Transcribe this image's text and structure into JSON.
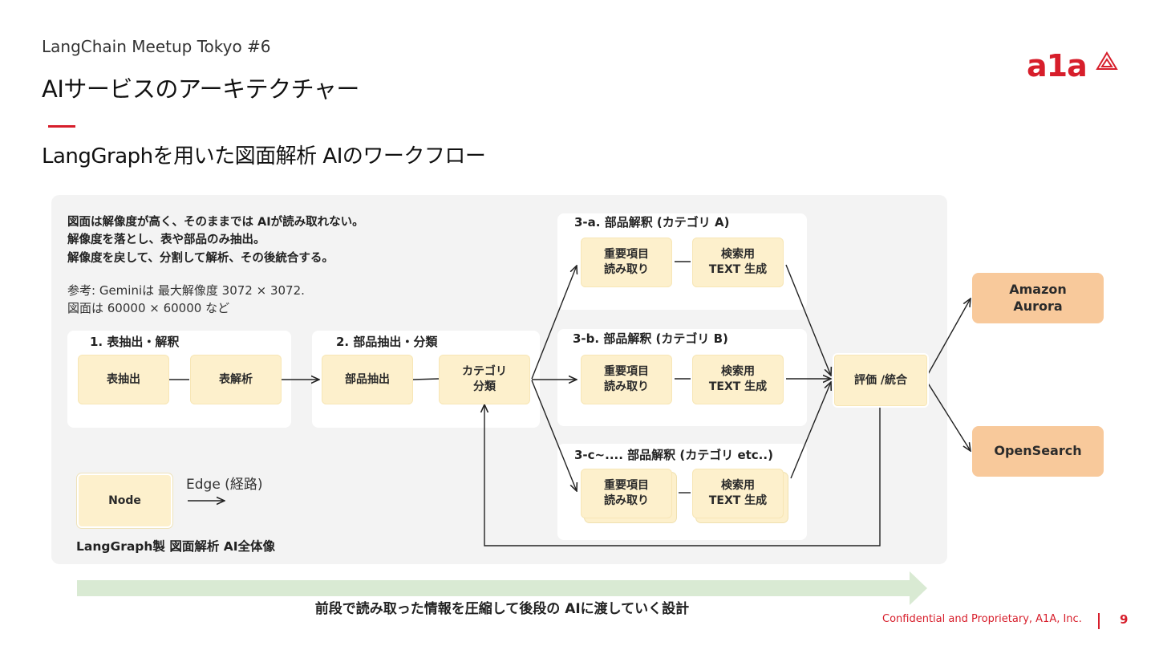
{
  "header": {
    "event": "LangChain Meetup Tokyo #6",
    "title": "AIサービスのアーキテクチャー",
    "subtitle": "LangGraphを用いた図面解析 AIのワークフロー",
    "logo_text": "a1a",
    "accent_color": "#d71e2b"
  },
  "notes": {
    "line1": "図面は解像度が高く、そのままでは AIが読み取れない。",
    "line2": "解像度を落とし、表や部品のみ抽出。",
    "line3": "解像度を戻して、分割して解析、その後統合する。",
    "ref1": "参考: Geminiは 最大解像度 3072 × 3072.",
    "ref2": "図面は 60000 × 60000 など"
  },
  "sections": {
    "s1": "1. 表抽出・解釈",
    "s2": "2. 部品抽出・分類",
    "s3a": "3-a. 部品解釈 (カテゴリ A)",
    "s3b": "3-b. 部品解釈 (カテゴリ B)",
    "s3c": "3-c~.... 部品解釈 (カテゴリ etc..)"
  },
  "nodes": {
    "table_extract": "表抽出",
    "table_analyze": "表解析",
    "part_extract": "部品抽出",
    "category_classify": "カテゴリ\n分類",
    "read_items_a": "重要項目\n読み取り",
    "gen_text_a": "検索用\nTEXT 生成",
    "read_items_b": "重要項目\n読み取り",
    "gen_text_b": "検索用\nTEXT 生成",
    "read_items_c": "重要項目\n読み取り",
    "gen_text_c": "検索用\nTEXT 生成",
    "evaluate": "評価 /統合"
  },
  "stores": {
    "aurora": "Amazon\nAurora",
    "opensearch": "OpenSearch"
  },
  "legend": {
    "node_label": "Node",
    "edge_label": "Edge (経路)",
    "caption": "LangGraph製 図面解析 AI全体像"
  },
  "bottom": {
    "arrow_caption": "前段で読み取った情報を圧縮して後段の AIに渡していく設計"
  },
  "footer": {
    "confidential": "Confidential and Proprietary, A1A, Inc.",
    "page": "9"
  },
  "colors": {
    "node_fill": "#fdf0cc",
    "store_fill": "#f8c99b",
    "panel_fill": "#f3f3f3",
    "arrow_fill": "#d9ead3"
  }
}
